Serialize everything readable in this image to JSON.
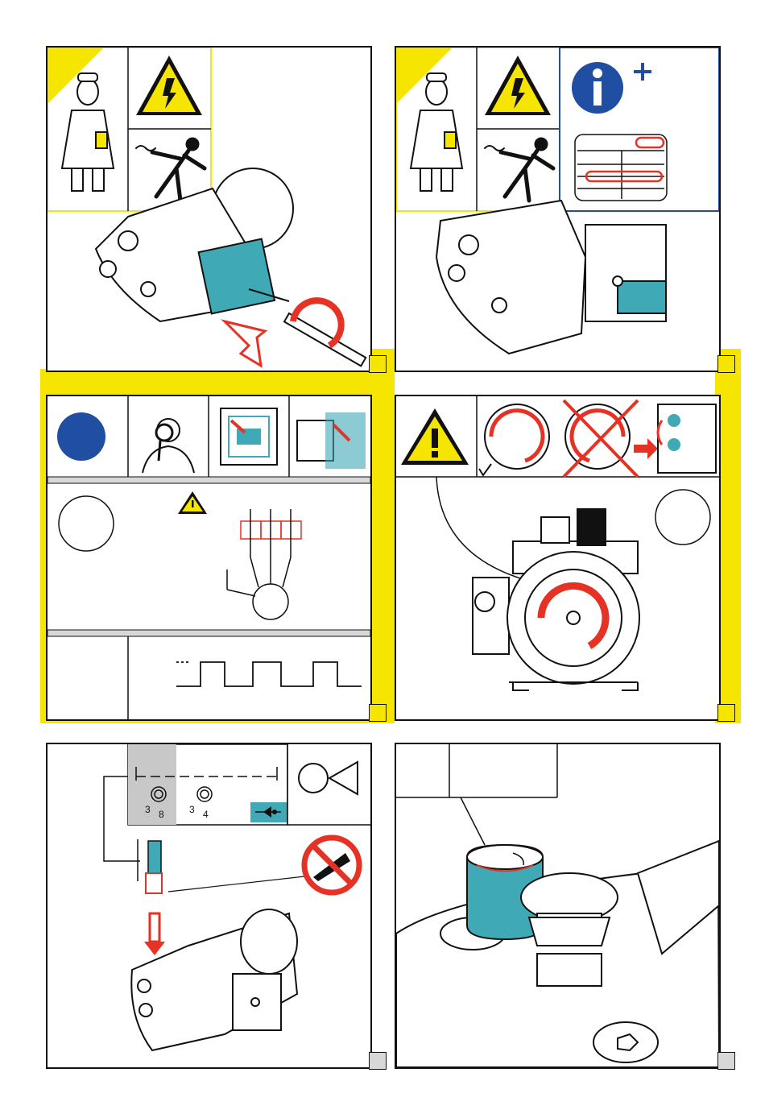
{
  "colors": {
    "safety_yellow": "#f6e500",
    "teal": "#3fa9b5",
    "red": "#e53224",
    "blue": "#1f4ea3",
    "grey": "#d8d8d8",
    "outline": "#111111"
  },
  "panels": {
    "p1": {
      "icons": [
        "electrician-icon",
        "electric-hazard-icon",
        "electrocution-icon",
        "terminal-box-cover-icon",
        "screwdriver-icon"
      ]
    },
    "p2": {
      "icons": [
        "electrician-icon",
        "electric-hazard-icon",
        "electrocution-icon",
        "info-plus-icon",
        "rating-plate-icon"
      ]
    },
    "p3": {
      "icons": [
        "inspector-icon",
        "wiring-diagram-icon",
        "terminal-box-icon",
        "warning-icon",
        "motor-icon"
      ]
    },
    "p4": {
      "icons": [
        "warning-icon",
        "rotation-correct-icon",
        "rotation-wrong-icon",
        "swap-phases-icon"
      ]
    },
    "p5": {
      "icons": [
        "compressor-symbol-icon",
        "no-oil-icon",
        "check-valve-icon"
      ],
      "port_labels": [
        {
          "a": "3",
          "b": "8"
        },
        {
          "a": "3",
          "b": "4"
        }
      ]
    },
    "p6": {
      "icons": [
        "filter-cartridge-icon"
      ]
    }
  }
}
